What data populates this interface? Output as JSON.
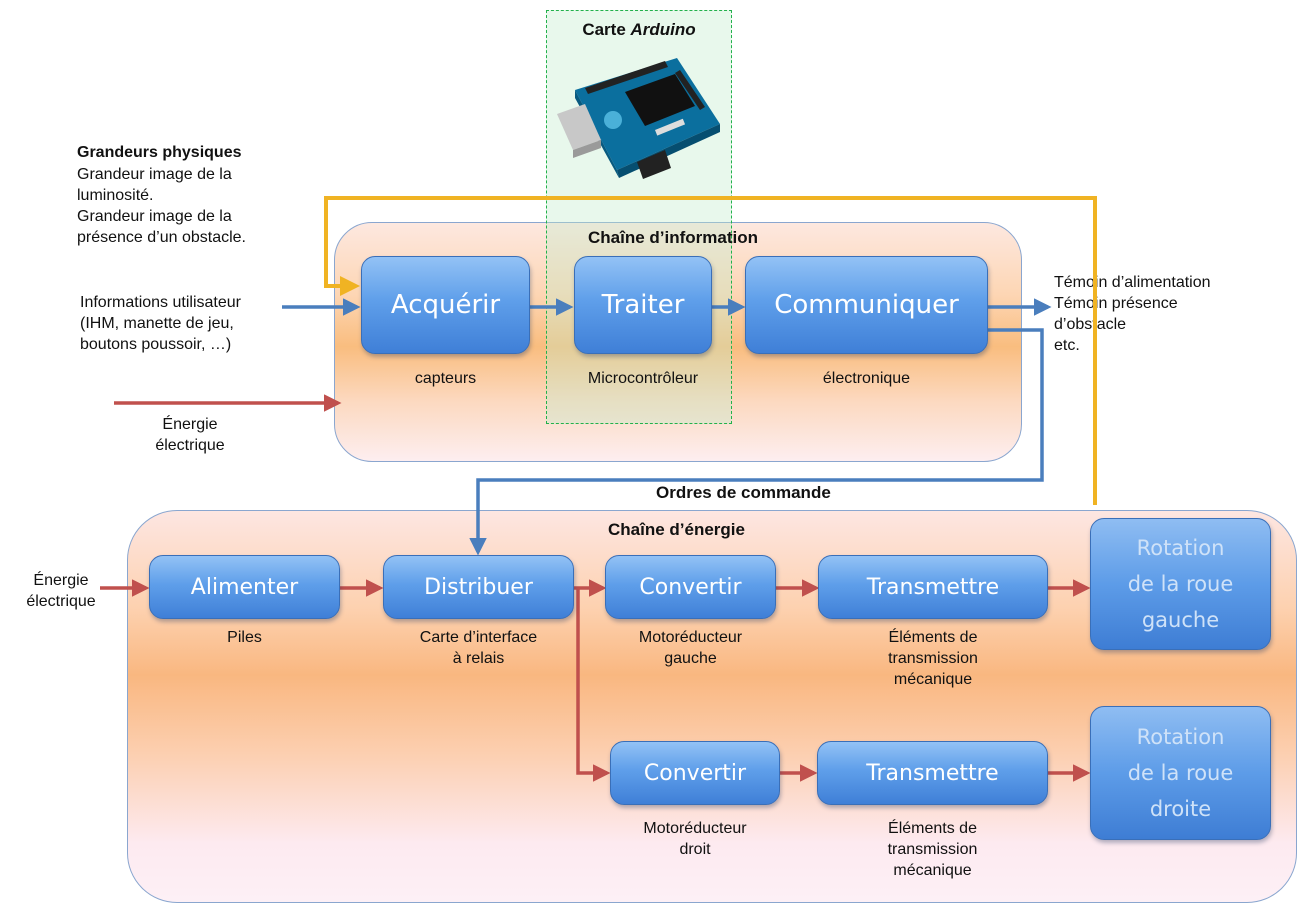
{
  "arduino": {
    "title_prefix": "Carte ",
    "title_italic": "Arduino"
  },
  "inputs": {
    "grandeurs_title": "Grandeurs physiques",
    "grandeurs_lines": [
      "Grandeur image de la",
      "luminosité.",
      "Grandeur image de la",
      "présence d’un obstacle."
    ],
    "utilisateur_lines": [
      "Informations utilisateur",
      "(IHM,  manette de jeu,",
      "boutons poussoir, …)"
    ],
    "energie_info_lines": [
      "Énergie",
      "électrique"
    ],
    "energie_chain_lines": [
      "Énergie",
      "électrique"
    ]
  },
  "chaine_information": {
    "title": "Chaîne d’information",
    "blocks": [
      {
        "label": "Acquérir",
        "sub": "capteurs"
      },
      {
        "label": "Traiter",
        "sub": "Microcontrôleur"
      },
      {
        "label": "Communiquer",
        "sub": "électronique"
      }
    ]
  },
  "outputs": {
    "temoins_lines": [
      "Témoin d’alimentation",
      "Témoin présence",
      "d’obstacle",
      "etc."
    ],
    "ordres": "Ordres de commande"
  },
  "chaine_energie": {
    "title": "Chaîne d’énergie",
    "alimenter": {
      "label": "Alimenter",
      "sub": "Piles"
    },
    "distribuer": {
      "label": "Distribuer",
      "sub_lines": [
        "Carte d’interface",
        "à relais"
      ]
    },
    "branch_gauche": {
      "convertir": {
        "label": "Convertir",
        "sub_lines": [
          "Motoréducteur",
          "gauche"
        ]
      },
      "transmettre": {
        "label": "Transmettre",
        "sub_lines": [
          "Éléments de",
          "transmission",
          "mécanique"
        ]
      },
      "result_lines": [
        "Rotation",
        "de la roue",
        "gauche"
      ]
    },
    "branch_droite": {
      "convertir": {
        "label": "Convertir",
        "sub_lines": [
          "Motoréducteur",
          "droit"
        ]
      },
      "transmettre": {
        "label": "Transmettre",
        "sub_lines": [
          "Éléments de",
          "transmission",
          "mécanique"
        ]
      },
      "result_lines": [
        "Rotation",
        "de la roue",
        "droite"
      ]
    }
  },
  "colors": {
    "info_arrow": "#4a7ebd",
    "energy_arrow": "#c0504d",
    "control_line": "#f0b323",
    "arduino_border": "#22b14c"
  }
}
